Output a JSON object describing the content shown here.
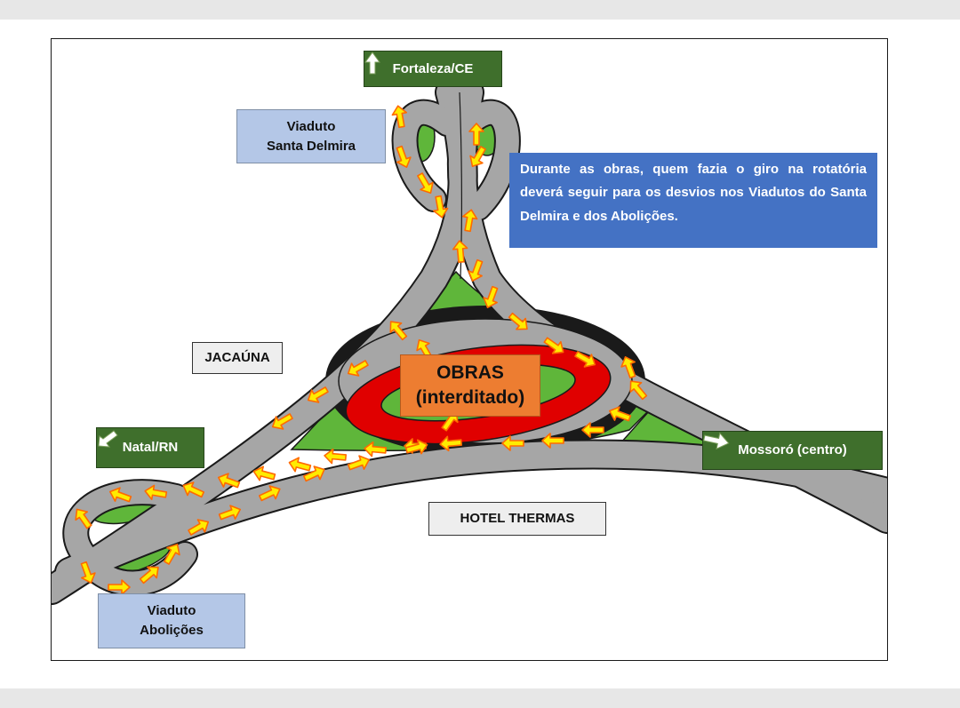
{
  "labels": {
    "viaduto_santa_delmira": "Viaduto\nSanta Delmira",
    "viaduto_abolicoes": "Viaduto\nAbolições",
    "jacauna": "JACAÚNA",
    "hotel_thermas": "HOTEL THERMAS",
    "obras": "OBRAS\n(interditado)"
  },
  "signs": {
    "fortaleza": "Fortaleza/CE",
    "natal": "Natal/RN",
    "mossoro": "Mossoró (centro)"
  },
  "info_text": "Durante as obras, quem fazia o giro na rotatória deverá seguir para os desvios nos Viadutos do Santa Delmira e dos Abolições.",
  "colors": {
    "road": "#a6a6a6",
    "road_edge": "#1a1a1a",
    "grass": "#5fb63a",
    "closed_ring": "#e00000",
    "arrow_fill": "#ffeb00",
    "arrow_outline": "#ff6a00",
    "info_box": "#4472c4",
    "label_blue": "#b4c7e7",
    "sign_green": "#3f6f2c",
    "obras_orange": "#ed7d31"
  },
  "icons": {
    "north_arrow": "arrow-up-icon",
    "southwest_arrow": "arrow-down-left-icon",
    "east_arrow": "arrow-right-icon",
    "detour_arrow": "detour-arrow-icon"
  }
}
